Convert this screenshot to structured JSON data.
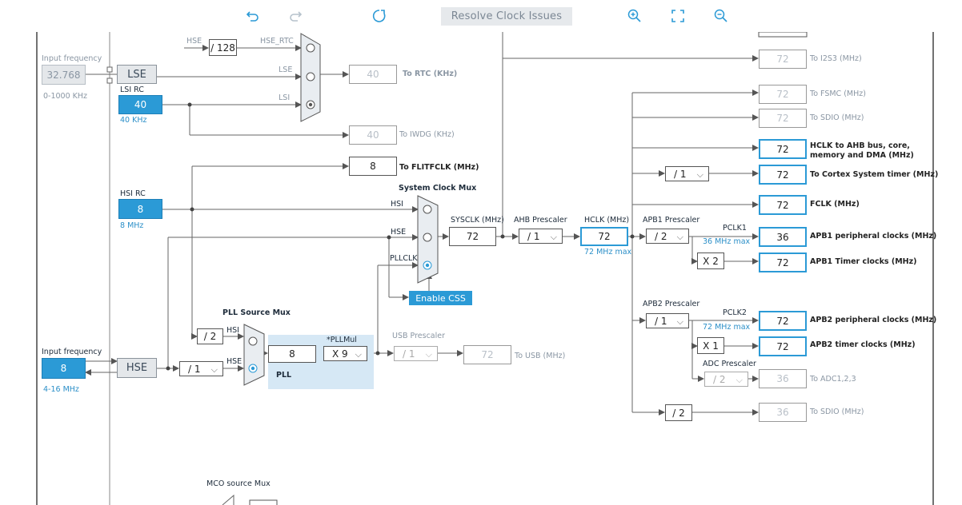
{
  "toolbar": {
    "resolve_label": "Resolve Clock Issues",
    "icons": [
      "undo-icon",
      "redo-icon",
      "refresh-icon",
      "zoom-in-icon",
      "fit-screen-icon",
      "zoom-out-icon"
    ]
  },
  "lse_input": {
    "label": "Input frequency",
    "value": "32.768",
    "range": "0-1000 KHz",
    "name": "LSE"
  },
  "lsi": {
    "title": "LSI RC",
    "value": "40",
    "unit": "40 KHz"
  },
  "hsi": {
    "title": "HSI RC",
    "value": "8",
    "unit": "8 MHz"
  },
  "hse_input": {
    "label": "Input frequency",
    "value": "8",
    "range": "4-16 MHz",
    "name": "HSE"
  },
  "rtc": {
    "hse_label": "HSE",
    "div128": "/ 128",
    "hse_rtc": "HSE_RTC",
    "lse": "LSE",
    "lsi": "LSI",
    "value": "40",
    "out": "To RTC (KHz)"
  },
  "iwdg": {
    "value": "40",
    "out": "To IWDG (KHz)"
  },
  "flit": {
    "value": "8",
    "out": "To FLITFCLK (MHz)"
  },
  "sysmux": {
    "title": "System Clock Mux",
    "hsi": "HSI",
    "hse": "HSE",
    "pllclk": "PLLCLK"
  },
  "enable_css": "Enable CSS",
  "sysclk": {
    "label": "SYSCLK (MHz)",
    "value": "72"
  },
  "ahb": {
    "label": "AHB Prescaler",
    "value": "/ 1"
  },
  "hclk": {
    "label": "HCLK (MHz)",
    "value": "72",
    "max": "72 MHz max"
  },
  "apb1": {
    "label": "APB1 Prescaler",
    "value": "/ 2",
    "pclk": "PCLK1",
    "max": "36 MHz max",
    "x2": "X 2"
  },
  "apb2": {
    "label": "APB2 Prescaler",
    "value": "/ 1",
    "pclk": "PCLK2",
    "max": "72 MHz max",
    "x1": "X 1"
  },
  "adc": {
    "label": "ADC Prescaler",
    "value": "/ 2"
  },
  "cortex_div": "/ 1",
  "sdio_div": "/ 2",
  "pllsrc": {
    "title": "PLL Source Mux",
    "hsi": "HSI",
    "hse": "HSE",
    "div2": "/ 2",
    "hse_div": "/ 1"
  },
  "pll": {
    "in": "8",
    "mul_label": "*PLLMul",
    "mul": "X 9",
    "name": "PLL"
  },
  "usb": {
    "label": "USB Prescaler",
    "div": "/ 1",
    "value": "72",
    "out": "To USB (MHz)"
  },
  "mco": {
    "title": "MCO source Mux"
  },
  "outputs": {
    "i2s3": {
      "value": "72",
      "label": "To I2S3 (MHz)"
    },
    "fsmc": {
      "value": "72",
      "label": "To FSMC (MHz)"
    },
    "sdio1": {
      "value": "72",
      "label": "To SDIO (MHz)"
    },
    "hclk_ahb": {
      "value": "72",
      "label1": "HCLK to AHB bus, core,",
      "label2": "memory and DMA (MHz)"
    },
    "cortex": {
      "value": "72",
      "label": "To Cortex System timer (MHz)"
    },
    "fclk": {
      "value": "72",
      "label": "FCLK (MHz)"
    },
    "apb1_periph": {
      "value": "36",
      "label": "APB1 peripheral clocks (MHz)"
    },
    "apb1_timer": {
      "value": "72",
      "label": "APB1 Timer clocks (MHz)"
    },
    "apb2_periph": {
      "value": "72",
      "label": "APB2 peripheral clocks (MHz)"
    },
    "apb2_timer": {
      "value": "72",
      "label": "APB2 timer clocks (MHz)"
    },
    "adc": {
      "value": "36",
      "label": "To ADC1,2,3"
    },
    "sdio2": {
      "value": "36",
      "label": "To SDIO (MHz)"
    }
  }
}
